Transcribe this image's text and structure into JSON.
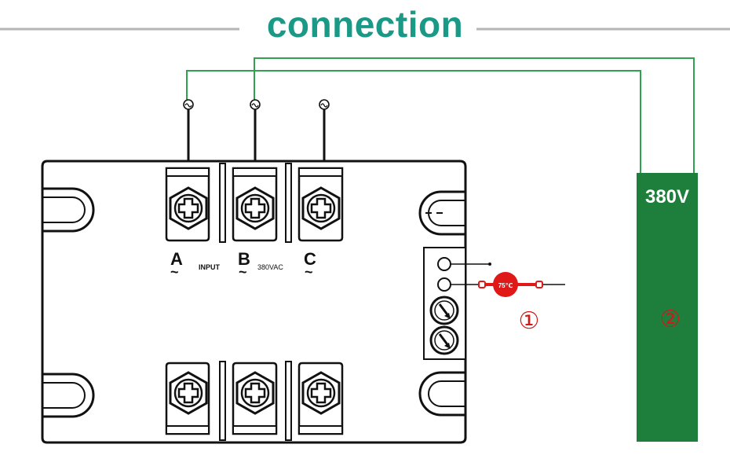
{
  "header": {
    "title": "connection"
  },
  "terminals": {
    "a": "A",
    "b": "B",
    "c": "C",
    "input": "INPUT",
    "voltage": "380VAC",
    "tilde": "~"
  },
  "thermostat": {
    "label": "75℃"
  },
  "markers": {
    "one": "①",
    "two": "②"
  },
  "supply": {
    "voltage": "380V"
  },
  "colors": {
    "title": "#1a9a86",
    "wire": "#2ea24f",
    "supply": "#1e7e3c",
    "thermostat": "#e01818",
    "marker": "#d01a1a"
  }
}
